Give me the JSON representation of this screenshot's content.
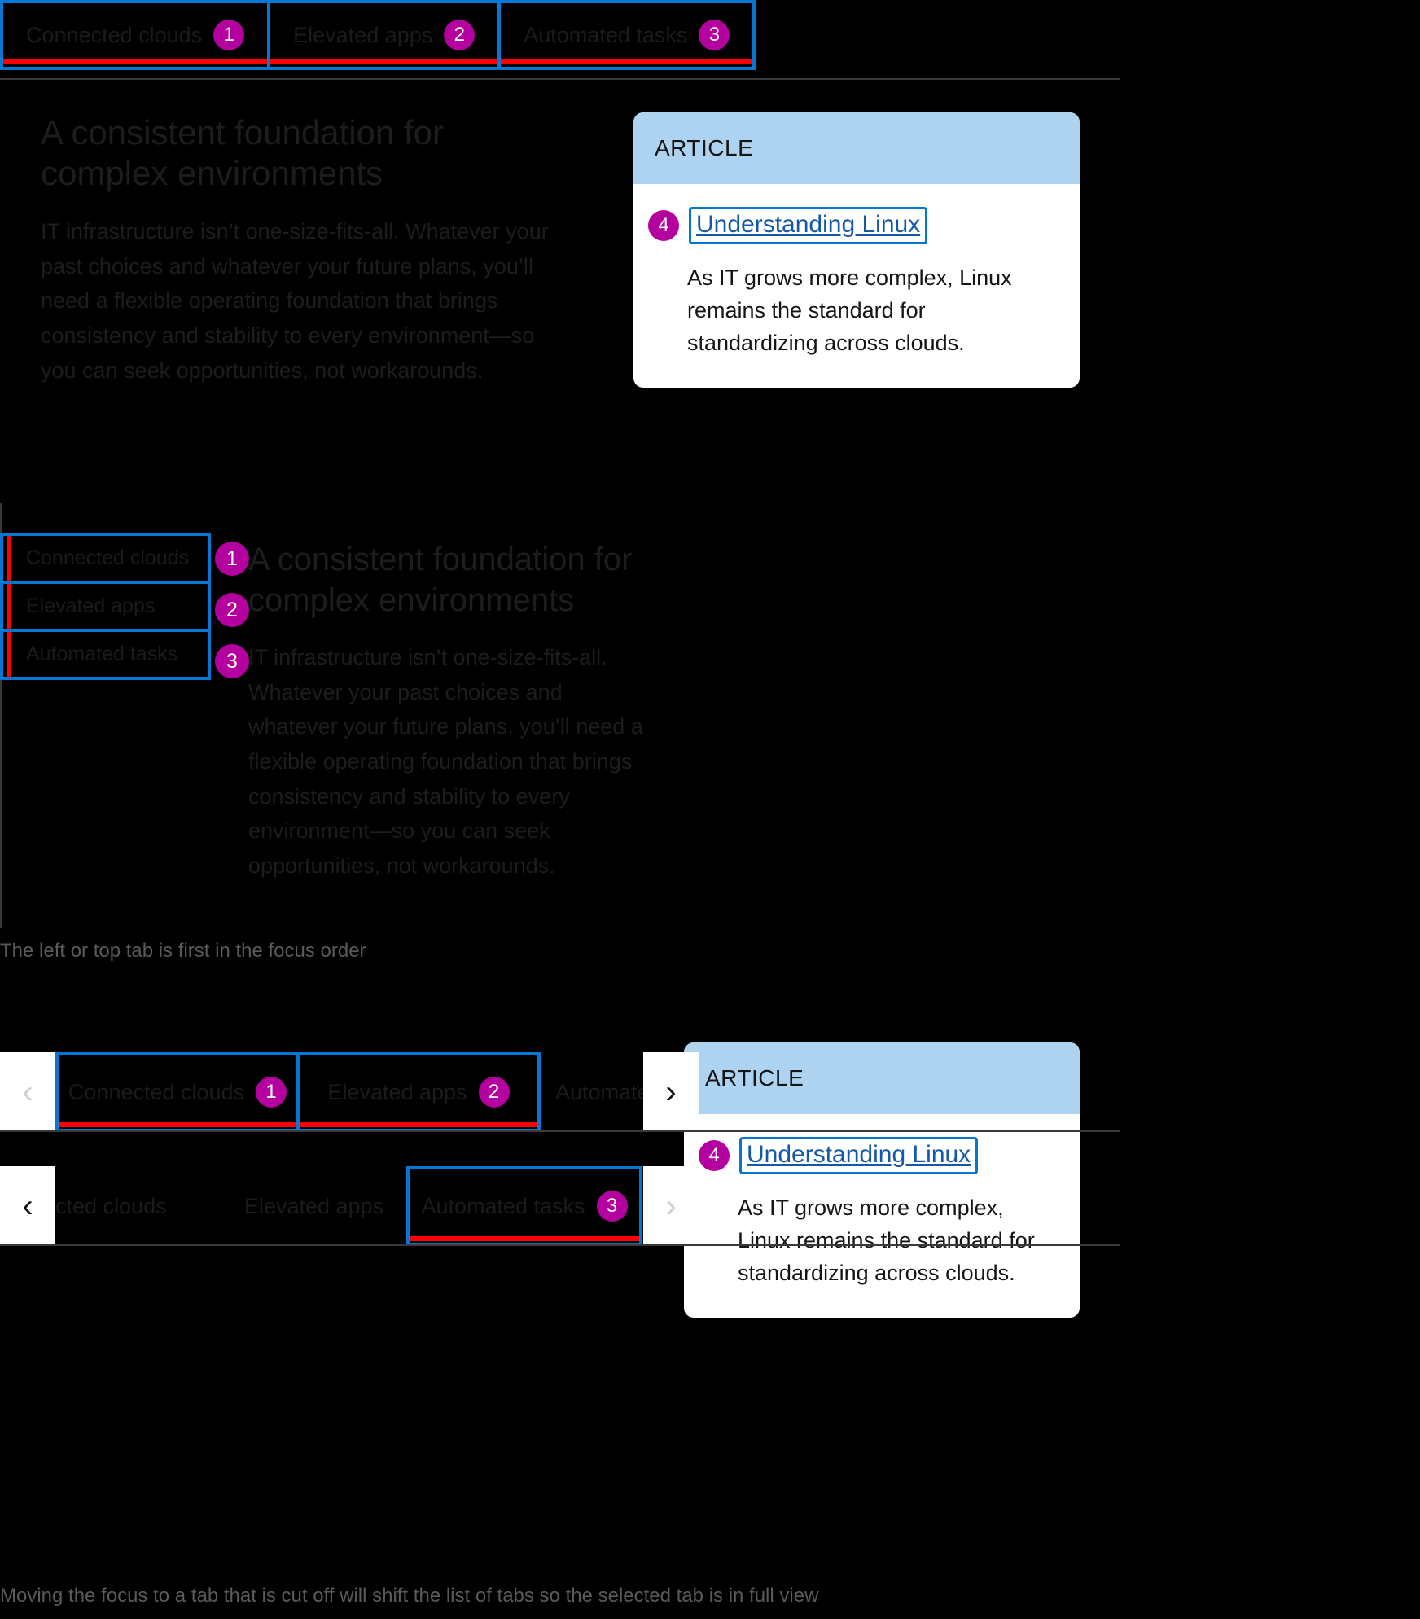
{
  "tabs": {
    "items": [
      {
        "label": "Connected clouds",
        "badge": "1"
      },
      {
        "label": "Elevated apps",
        "badge": "2"
      },
      {
        "label": "Automated tasks",
        "badge": "3"
      }
    ]
  },
  "panel": {
    "heading": "A consistent foundation for complex environments",
    "paragraph": "IT infrastructure isn’t one-size-fits-all. Whatever your past choices and whatever your future plans, you’ll need a flexible operating foundation that brings consistency and stability to every environment—so you can seek opportunities, not workarounds."
  },
  "article": {
    "eyebrow": "ARTICLE",
    "link_label": "Understanding Linux",
    "link_badge": "4",
    "description": "As IT grows more complex, Linux remains the standard for standardizing across clouds."
  },
  "captions": {
    "focus_order": "The left or top tab is first in the focus order",
    "shift": "Moving the focus to a tab that is cut off will shift the list of tabs so the selected tab is in full view"
  },
  "scroll_bar_1": {
    "prev_arrow": "‹",
    "next_arrow": "›",
    "tabs": [
      {
        "label": "Connected clouds",
        "badge": "1"
      },
      {
        "label": "Elevated apps",
        "badge": "2"
      },
      {
        "label": "Automate",
        "badge": ""
      }
    ]
  },
  "scroll_bar_2": {
    "prev_arrow": "‹",
    "next_arrow": "›",
    "tabs": [
      {
        "label": "cted clouds",
        "badge": ""
      },
      {
        "label": "Elevated apps",
        "badge": ""
      },
      {
        "label": "Automated tasks",
        "badge": "3"
      }
    ]
  },
  "colors": {
    "focus_ring": "#0277d4",
    "selected_underline": "#ff0000",
    "badge": "#b4009e",
    "card_header": "#aed3f0",
    "link": "#1558a8",
    "background": "#000000"
  }
}
